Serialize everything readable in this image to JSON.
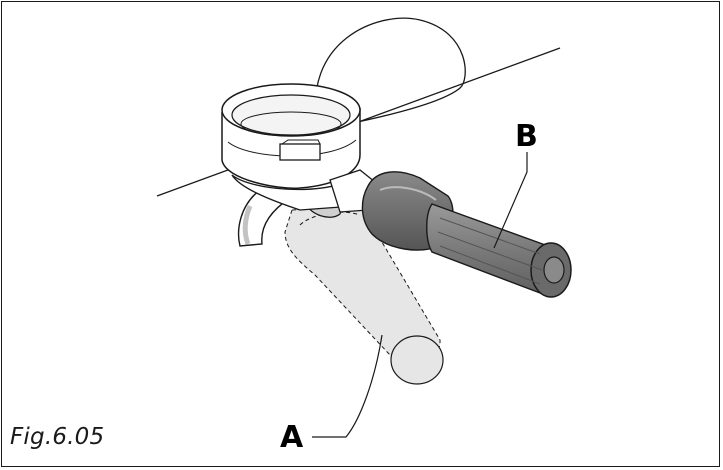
{
  "figure": {
    "caption": "Fig.6.05",
    "callouts": [
      {
        "id": "A",
        "label": "A"
      },
      {
        "id": "B",
        "label": "B"
      }
    ]
  },
  "colors": {
    "ink": "#1a1a1a",
    "handle_dark": "#6e6e6e",
    "handle_grip": "#808080",
    "ghost_handle": "#e6e6e6",
    "metal": "#ffffff"
  }
}
